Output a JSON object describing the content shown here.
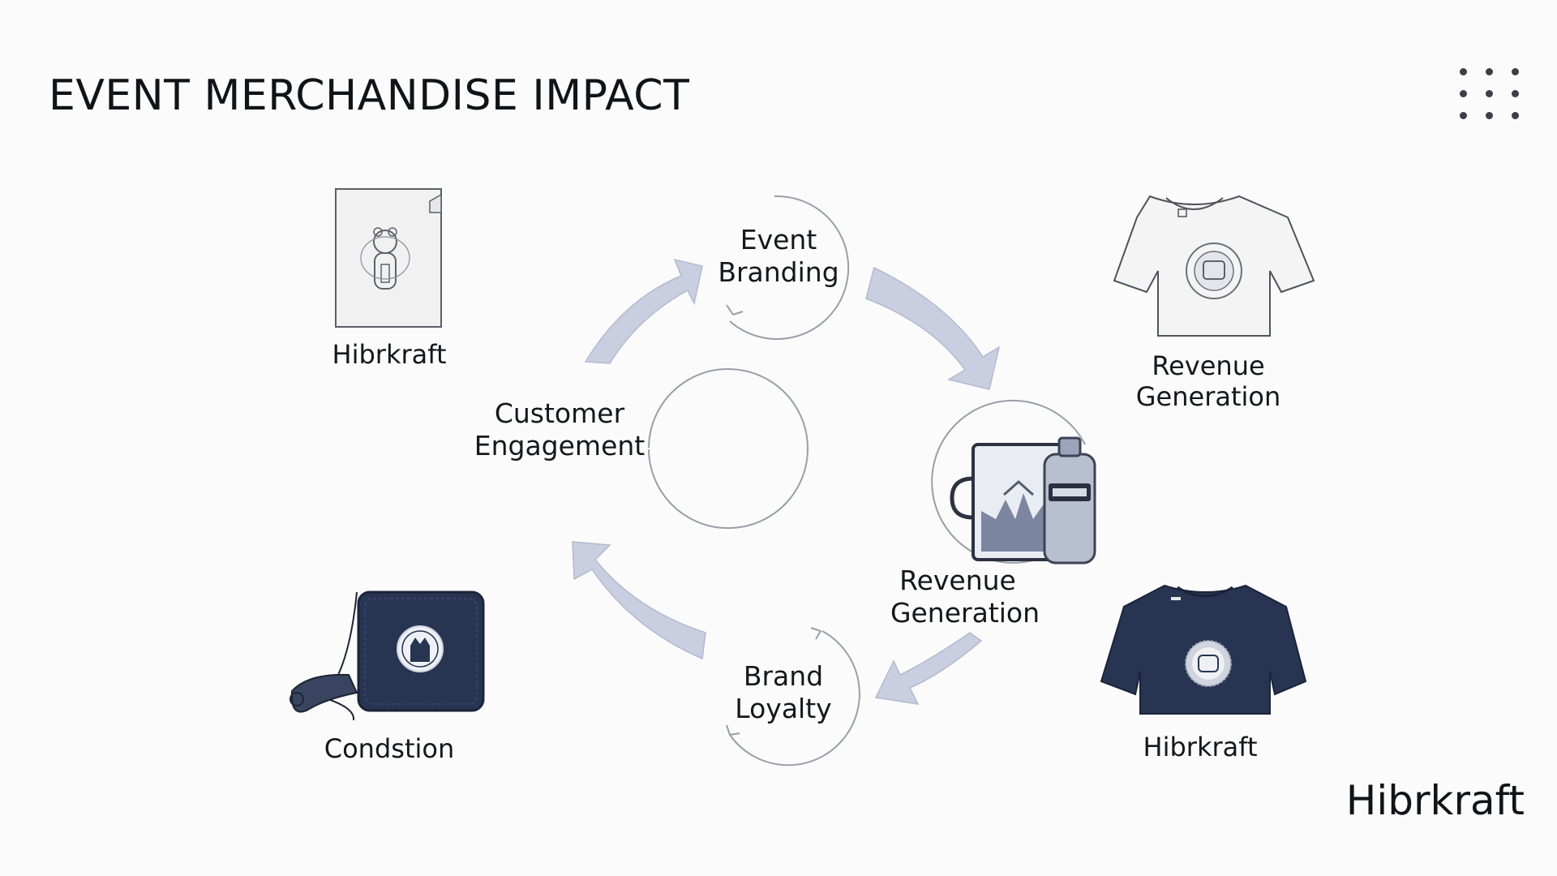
{
  "title": "EVENT MERCHANDISE IMPACT",
  "menu_icon": "dots-grid-icon",
  "cycle": {
    "nodes": [
      {
        "label_line1": "Event",
        "label_line2": "Branding"
      },
      {
        "label_line1": "Revenue",
        "label_line2": "Generation"
      },
      {
        "label_line1": "Brand",
        "label_line2": "Loyalty"
      },
      {
        "label_line1": "Customer",
        "label_line2": "Engagement"
      }
    ]
  },
  "items": [
    {
      "caption": "Hibrkraft",
      "icon": "tote-bag-icon"
    },
    {
      "caption_line1": "Revenue",
      "caption_line2": "Generation",
      "icon": "white-tshirt-icon"
    },
    {
      "caption": "Condstion",
      "icon": "navy-pouch-icon"
    },
    {
      "caption": "Hibrkraft",
      "icon": "navy-tshirt-icon"
    }
  ],
  "brand": "Hibrkraft",
  "colors": {
    "arrow": "#c9cfe0",
    "arrow_stroke": "#b6bdd2",
    "navy": "#273552",
    "ink": "#111318"
  }
}
